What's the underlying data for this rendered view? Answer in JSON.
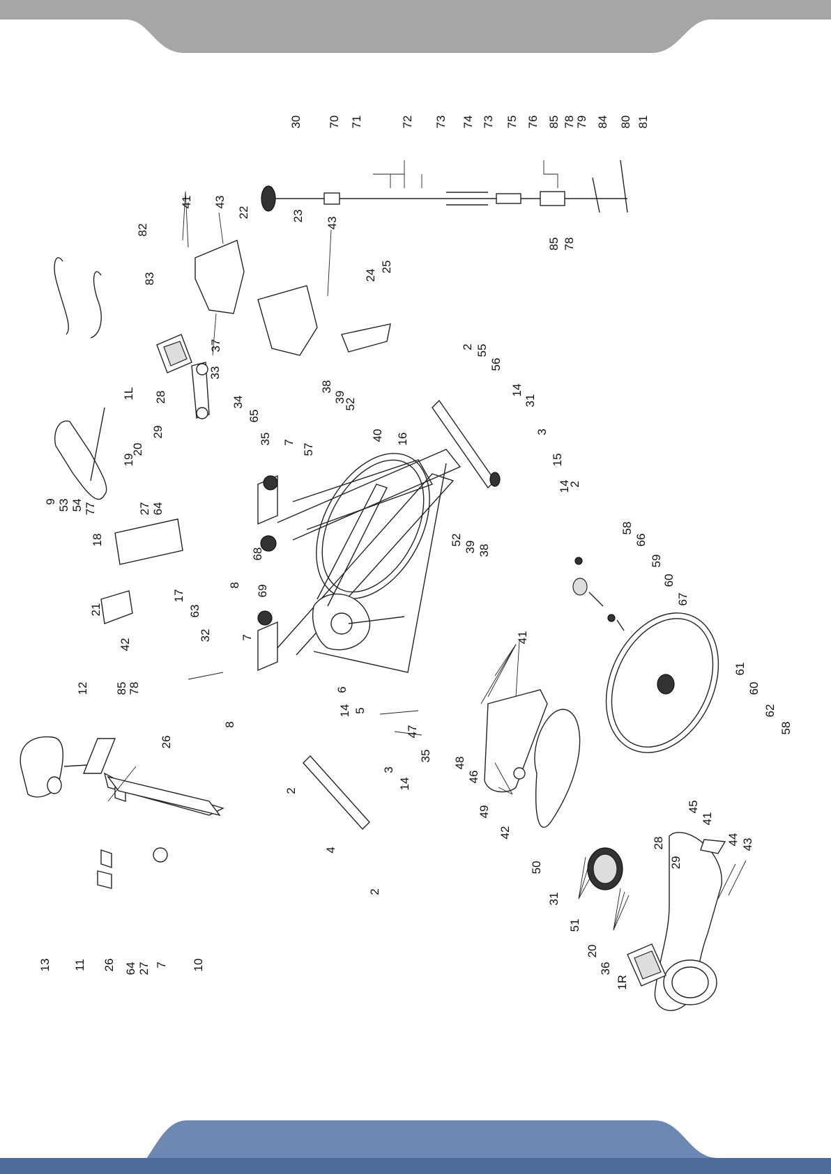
{
  "colors": {
    "header_band": "#a6a6a6",
    "footer_band": "#6d88b3",
    "footer_base": "#4e6b9b",
    "line": "#222222"
  },
  "labels": {
    "p1L": "1L",
    "p1R": "1R",
    "p2": "2",
    "p3": "3",
    "p4": "4",
    "p5": "5",
    "p6": "6",
    "p7": "7",
    "p8": "8",
    "p9": "9",
    "p10": "10",
    "p11": "11",
    "p12": "12",
    "p13": "13",
    "p14": "14",
    "p15": "15",
    "p16": "16",
    "p17": "17",
    "p18": "18",
    "p19": "19",
    "p20": "20",
    "p21": "21",
    "p22": "22",
    "p23": "23",
    "p24": "24",
    "p25": "25",
    "p26": "26",
    "p27": "27",
    "p28": "28",
    "p29": "29",
    "p30": "30",
    "p31": "31",
    "p32": "32",
    "p33": "33",
    "p34": "34",
    "p35": "35",
    "p36": "36",
    "p37": "37",
    "p38": "38",
    "p39": "39",
    "p40": "40",
    "p41": "41",
    "p42": "42",
    "p43": "43",
    "p44": "44",
    "p45": "45",
    "p46": "46",
    "p47": "47",
    "p48": "48",
    "p49": "49",
    "p50": "50",
    "p51": "51",
    "p52": "52",
    "p53": "53",
    "p54": "54",
    "p55": "55",
    "p56": "56",
    "p57": "57",
    "p58": "58",
    "p59": "59",
    "p60": "60",
    "p61": "61",
    "p62": "62",
    "p63": "63",
    "p64": "64",
    "p65": "65",
    "p66": "66",
    "p67": "67",
    "p68": "68",
    "p69": "69",
    "p70": "70",
    "p71": "71",
    "p72": "72",
    "p73": "73",
    "p74": "74",
    "p75": "75",
    "p76": "76",
    "p77": "77",
    "p78": "78",
    "p79": "79",
    "p80": "80",
    "p81": "81",
    "p82": "82",
    "p83": "83",
    "p84": "84",
    "p85": "85"
  }
}
